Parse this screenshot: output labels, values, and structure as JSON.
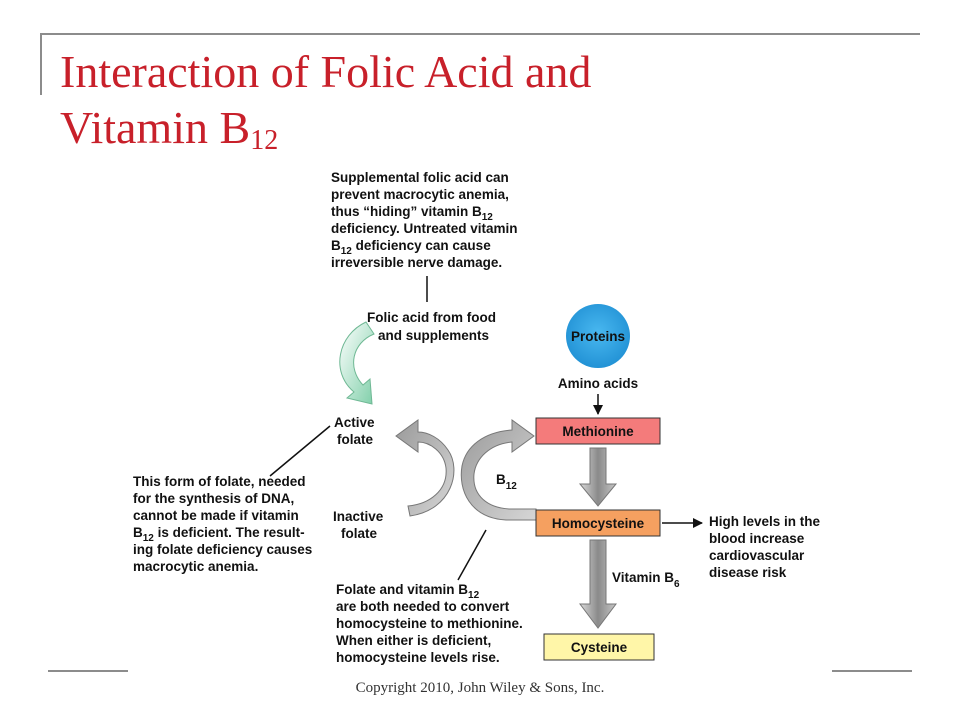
{
  "slide": {
    "title_line1": "Interaction of Folic Acid and",
    "title_line2": "Vitamin B",
    "title_sub": "12",
    "copyright": "Copyright 2010, John Wiley & Sons, Inc."
  },
  "diagram": {
    "note_top": {
      "line1": "Supplemental folic acid can",
      "line2": "prevent macrocytic anemia,",
      "line3_pre": "thus “hiding” vitamin B",
      "line3_sub": "12",
      "line4": "deficiency. Untreated vitamin",
      "line5_pre": "B",
      "line5_sub": "12",
      "line5_post": " deficiency can cause",
      "line6": "irreversible nerve damage."
    },
    "folic_source": {
      "line1": "Folic acid from food",
      "line2": "and supplements"
    },
    "active_folate": {
      "line1": "Active",
      "line2": "folate"
    },
    "inactive_folate": {
      "line1": "Inactive",
      "line2": "folate"
    },
    "b12_label": {
      "main": "B",
      "sub": "12"
    },
    "note_left": {
      "line1": "This form of folate, needed",
      "line2": "for the synthesis of DNA,",
      "line3": "cannot be made if vitamin",
      "line4_pre": "B",
      "line4_sub": "12",
      "line4_post": " is deficient. The result-",
      "line5": "ing folate deficiency causes",
      "line6": "macrocytic anemia."
    },
    "note_bottom": {
      "line1_pre": "Folate and vitamin B",
      "line1_sub": "12",
      "line2": "are both needed to convert",
      "line3": "homocysteine to methionine.",
      "line4": "When either is deficient,",
      "line5": "homocysteine levels rise."
    },
    "proteins": "Proteins",
    "amino_acids": "Amino acids",
    "methionine": "Methionine",
    "homocysteine": "Homocysteine",
    "cysteine": "Cysteine",
    "vitamin_b6": {
      "main": "Vitamin B",
      "sub": "6"
    },
    "risk_note": {
      "line1": "High levels in the",
      "line2": "blood increase",
      "line3": "cardiovascular",
      "line4": "disease risk"
    }
  },
  "colors": {
    "title": "#c8202a",
    "proteins": "#2a9fe0",
    "methionine": "#f47b7b",
    "homocysteine": "#f5a060",
    "cysteine": "#fff6a8",
    "folic_arrow": "#8fd4b4"
  }
}
